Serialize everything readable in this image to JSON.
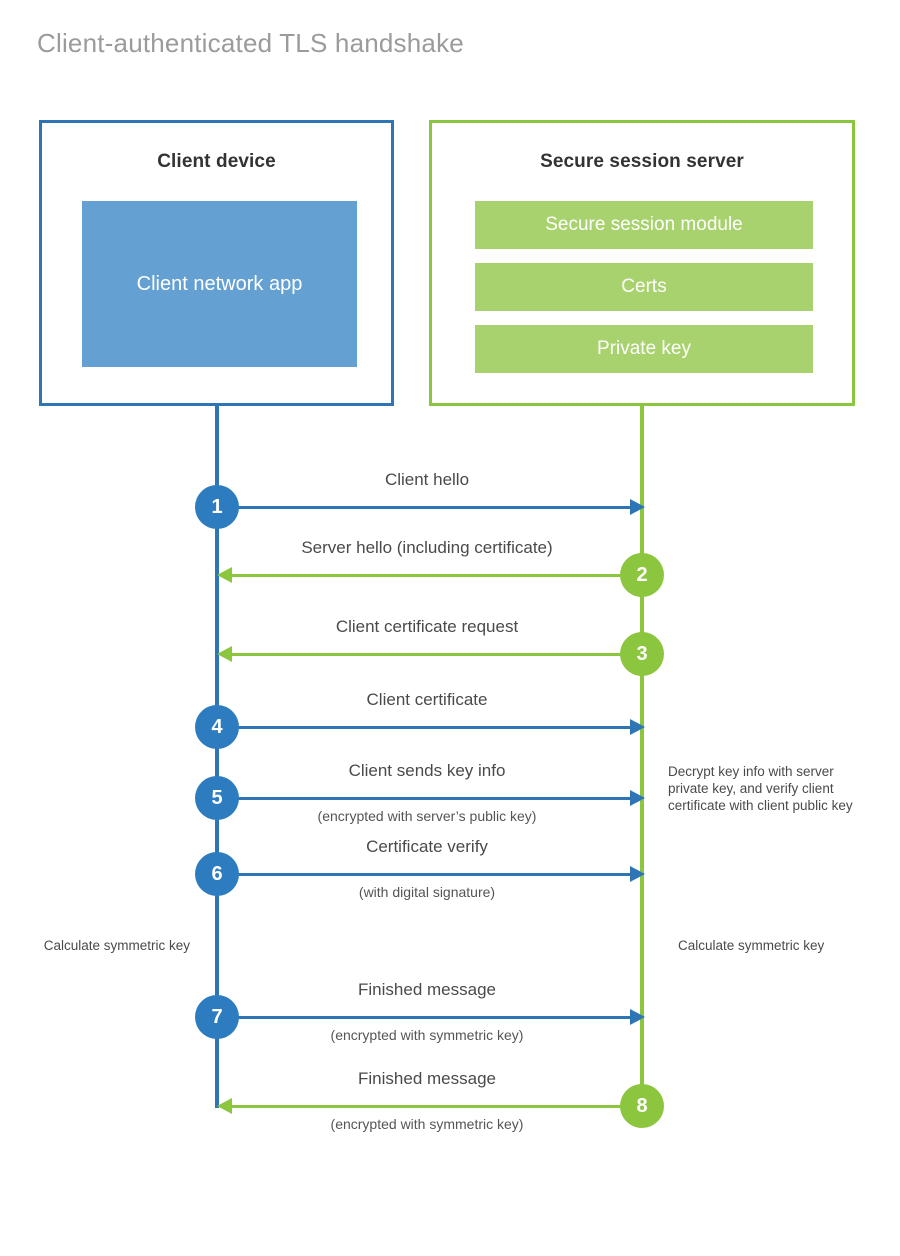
{
  "title": "Client-authenticated TLS handshake",
  "colors": {
    "client_blue": "#2e75b6",
    "client_app_fill": "#64a0d2",
    "server_green": "#8cc63f",
    "server_bar_fill": "#a8d26d",
    "marker_blue": "#2e7cc0",
    "title_gray": "#9b9b9b"
  },
  "client": {
    "title": "Client device",
    "app_label": "Client network app"
  },
  "server": {
    "title": "Secure session server",
    "components": [
      "Secure session module",
      "Certs",
      "Private key"
    ]
  },
  "steps": [
    {
      "number": "1",
      "label": "Client hello",
      "sublabel": "",
      "direction": "client-to-server",
      "marker_side": "client"
    },
    {
      "number": "2",
      "label": "Server hello (including certificate)",
      "sublabel": "",
      "direction": "server-to-client",
      "marker_side": "server"
    },
    {
      "number": "3",
      "label": "Client certificate request",
      "sublabel": "",
      "direction": "server-to-client",
      "marker_side": "server"
    },
    {
      "number": "4",
      "label": "Client certificate",
      "sublabel": "",
      "direction": "client-to-server",
      "marker_side": "client"
    },
    {
      "number": "5",
      "label": "Client sends key info",
      "sublabel": "(encrypted with server’s public key)",
      "direction": "client-to-server",
      "marker_side": "client"
    },
    {
      "number": "6",
      "label": "Certificate verify",
      "sublabel": "(with digital signature)",
      "direction": "client-to-server",
      "marker_side": "client"
    },
    {
      "number": "7",
      "label": "Finished message",
      "sublabel": "(encrypted with symmetric key)",
      "direction": "client-to-server",
      "marker_side": "client"
    },
    {
      "number": "8",
      "label": "Finished message",
      "sublabel": "(encrypted with symmetric key)",
      "direction": "server-to-client",
      "marker_side": "server"
    }
  ],
  "annotations": {
    "server_decrypt_note": "Decrypt key info with server private key, and verify client certificate with client public key",
    "client_calculate_note": "Calculate symmetric key",
    "server_calculate_note": "Calculate symmetric key"
  }
}
